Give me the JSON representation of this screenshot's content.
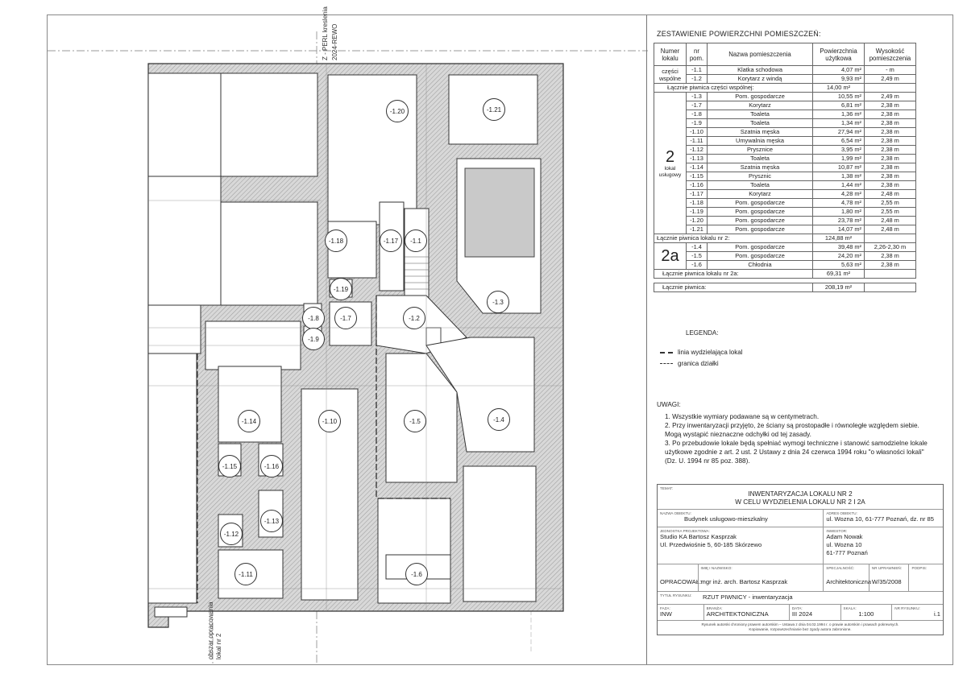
{
  "plan": {
    "edge_top": "Z - PERL\nkreslenia",
    "edge_top_b": "2024-REWO",
    "edge_bottom": "obszar opracowania",
    "edge_bottom_b": "lokal nr 2",
    "rooms": [
      "-1.20",
      "-1.21",
      "-1.18",
      "-1.17",
      "-1.1",
      "-1.19",
      "-1.3",
      "-1.7",
      "-1.2",
      "-1.8",
      "-1.9",
      "-1.14",
      "-1.10",
      "-1.5",
      "-1.4",
      "-1.15",
      "-1.16",
      "-1.13",
      "-1.12",
      "-1.11",
      "-1.6"
    ]
  },
  "table": {
    "title": "ZESTAWIENIE POWIERZCHNI POMIESZCZEŃ:",
    "headers": [
      "Numer lokalu",
      "nr pom.",
      "Nazwa pomieszczenia",
      "Powierzchnia użytkowa",
      "Wysokość pomieszczenia"
    ],
    "common_label": "części wspólne",
    "common_rows": [
      {
        "nr": "-1.1",
        "name": "Klatka schodowa",
        "area": "4,07 m²",
        "height": "- m"
      },
      {
        "nr": "-1.2",
        "name": "Korytarz z windą",
        "area": "9,93 m²",
        "height": "2,49 m"
      }
    ],
    "common_sum_label": "Łącznie piwnica części wspólnej:",
    "common_sum": "14,00 m²",
    "unit2_number": "2",
    "unit2_label": "lokal usługowy",
    "unit2_rows": [
      {
        "nr": "-1.3",
        "name": "Pom. gospodarcze",
        "area": "10,55 m²",
        "height": "2,49 m"
      },
      {
        "nr": "-1.7",
        "name": "Korytarz",
        "area": "6,81 m²",
        "height": "2,38 m"
      },
      {
        "nr": "-1.8",
        "name": "Toaleta",
        "area": "1,36 m²",
        "height": "2,38 m"
      },
      {
        "nr": "-1.9",
        "name": "Toaleta",
        "area": "1,34 m²",
        "height": "2,38 m"
      },
      {
        "nr": "-1.10",
        "name": "Szatnia męska",
        "area": "27,94 m²",
        "height": "2,38 m"
      },
      {
        "nr": "-1.11",
        "name": "Umywalnia męska",
        "area": "6,54 m²",
        "height": "2,38 m"
      },
      {
        "nr": "-1.12",
        "name": "Prysznice",
        "area": "3,95 m²",
        "height": "2,38 m"
      },
      {
        "nr": "-1.13",
        "name": "Toaleta",
        "area": "1,99 m²",
        "height": "2,38 m"
      },
      {
        "nr": "-1.14",
        "name": "Szatnia męska",
        "area": "10,87 m²",
        "height": "2,38 m"
      },
      {
        "nr": "-1.15",
        "name": "Prysznic",
        "area": "1,38 m²",
        "height": "2,38 m"
      },
      {
        "nr": "-1.16",
        "name": "Toaleta",
        "area": "1,44 m²",
        "height": "2,38 m"
      },
      {
        "nr": "-1.17",
        "name": "Korytarz",
        "area": "4,28 m²",
        "height": "2,48 m"
      },
      {
        "nr": "-1.18",
        "name": "Pom. gospodarcze",
        "area": "4,78 m²",
        "height": "2,55 m"
      },
      {
        "nr": "-1.19",
        "name": "Pom. gospodarcze",
        "area": "1,80 m²",
        "height": "2,55 m"
      },
      {
        "nr": "-1.20",
        "name": "Pom. gospodarcze",
        "area": "23,78 m²",
        "height": "2,48 m"
      },
      {
        "nr": "-1.21",
        "name": "Pom. gospodarcze",
        "area": "14,07 m²",
        "height": "2,48 m"
      }
    ],
    "unit2_sum_label": "Łącznie piwnica lokalu nr 2:",
    "unit2_sum": "124,88 m²",
    "unit2a_number": "2a",
    "unit2a_rows": [
      {
        "nr": "-1.4",
        "name": "Pom. gospodarcze",
        "area": "39,48 m²",
        "height": "2,26-2,30 m"
      },
      {
        "nr": "-1.5",
        "name": "Pom. gospodarcze",
        "area": "24,20 m²",
        "height": "2,38 m"
      },
      {
        "nr": "-1.6",
        "name": "Chłodnia",
        "area": "5,63 m²",
        "height": "2,38 m"
      }
    ],
    "unit2a_sum_label": "Łącznie piwnica lokalu nr 2a:",
    "unit2a_sum": "69,31 m²",
    "total_label": "Łącznie piwnica:",
    "total": "208,19 m²"
  },
  "legend": {
    "title": "LEGENDA:",
    "line1": "linia wydzielająca lokal",
    "line2": "granica działki"
  },
  "notes": {
    "title": "UWAGI:",
    "items": [
      "1. Wszystkie wymiary podawane są w centymetrach.",
      "2. Przy inwentaryzacji przyjęto, że ściany są prostopadłe i równoległe względem siebie.",
      "Mogą wystąpić nieznaczne odchyłki od tej zasady.",
      "3. Po przebudowie lokale będą spełniać wymogi techniczne i stanowić samodzielne lokale",
      "użytkowe zgodnie z art. 2 ust. 2 Ustawy z dnia 24 czerwca 1994 roku \"o własności lokali\"",
      "(Dz. U. 1994 nr 85 poz. 388)."
    ]
  },
  "titleblock": {
    "temat_lbl": "TEMAT:",
    "temat_1": "INWENTARYZACJA LOKALU NR 2",
    "temat_2": "W CELU WYDZIELENIA LOKALU NR 2 I 2A",
    "obiekt_lbl": "NAZWA OBIEKTU:",
    "obiekt": "Budynek usługowo-mieszkalny",
    "adres_lbl": "ADRES OBIEKTU:",
    "adres": "ul. Wozna 10, 61-777 Poznań, dz. nr 85",
    "jednostka_lbl": "JEDNOSTKA PROJEKTOWA:",
    "jednostka_1": "Studio KA Bartosz Kasprzak",
    "jednostka_2": "Ul. Przedwiośnie 5, 60-185 Skórzewo",
    "inwestor_lbl": "INWESTOR:",
    "inwestor_1": "Adam Nowak",
    "inwestor_2": "ul. Wozna 10",
    "inwestor_3": "61-777 Poznań",
    "imie_lbl": "IMIĘ I NAZWISKO:",
    "spec_lbl": "SPECJALNOŚĆ:",
    "upr_lbl": "NR UPRAWNIEŃ:",
    "podpis_lbl": "PODPIS:",
    "opracowal_lbl": "OPRACOWAŁ:",
    "opracowal": "mgr inż. arch. Bartosz Kasprzak",
    "specjalnosc": "Architektoniczna",
    "uprawnienia": "W/35/2008",
    "tytul_lbl": "TYTUŁ RYSUNKU:",
    "tytul": "RZUT PIWNICY - inwentaryzacja",
    "faza_lbl": "FAZA:",
    "faza": "INW",
    "branza_lbl": "BRANŻA:",
    "branza": "ARCHITEKTONICZNA",
    "data_lbl": "DATA:",
    "data": "III 2024",
    "skala_lbl": "SKALA:",
    "skala": "1:100",
    "nr_lbl": "NR RYSUNKU:",
    "nr": "i.1",
    "footer_1": "Rysunek autorski chroniony prawem autorskim – Ustawa z dnia 04.02.1994 r. o prawie autorskim i prawach pokrewnych.",
    "footer_2": "Kopiowanie, rozpowszechnianie bez zgody autora zabronione."
  }
}
